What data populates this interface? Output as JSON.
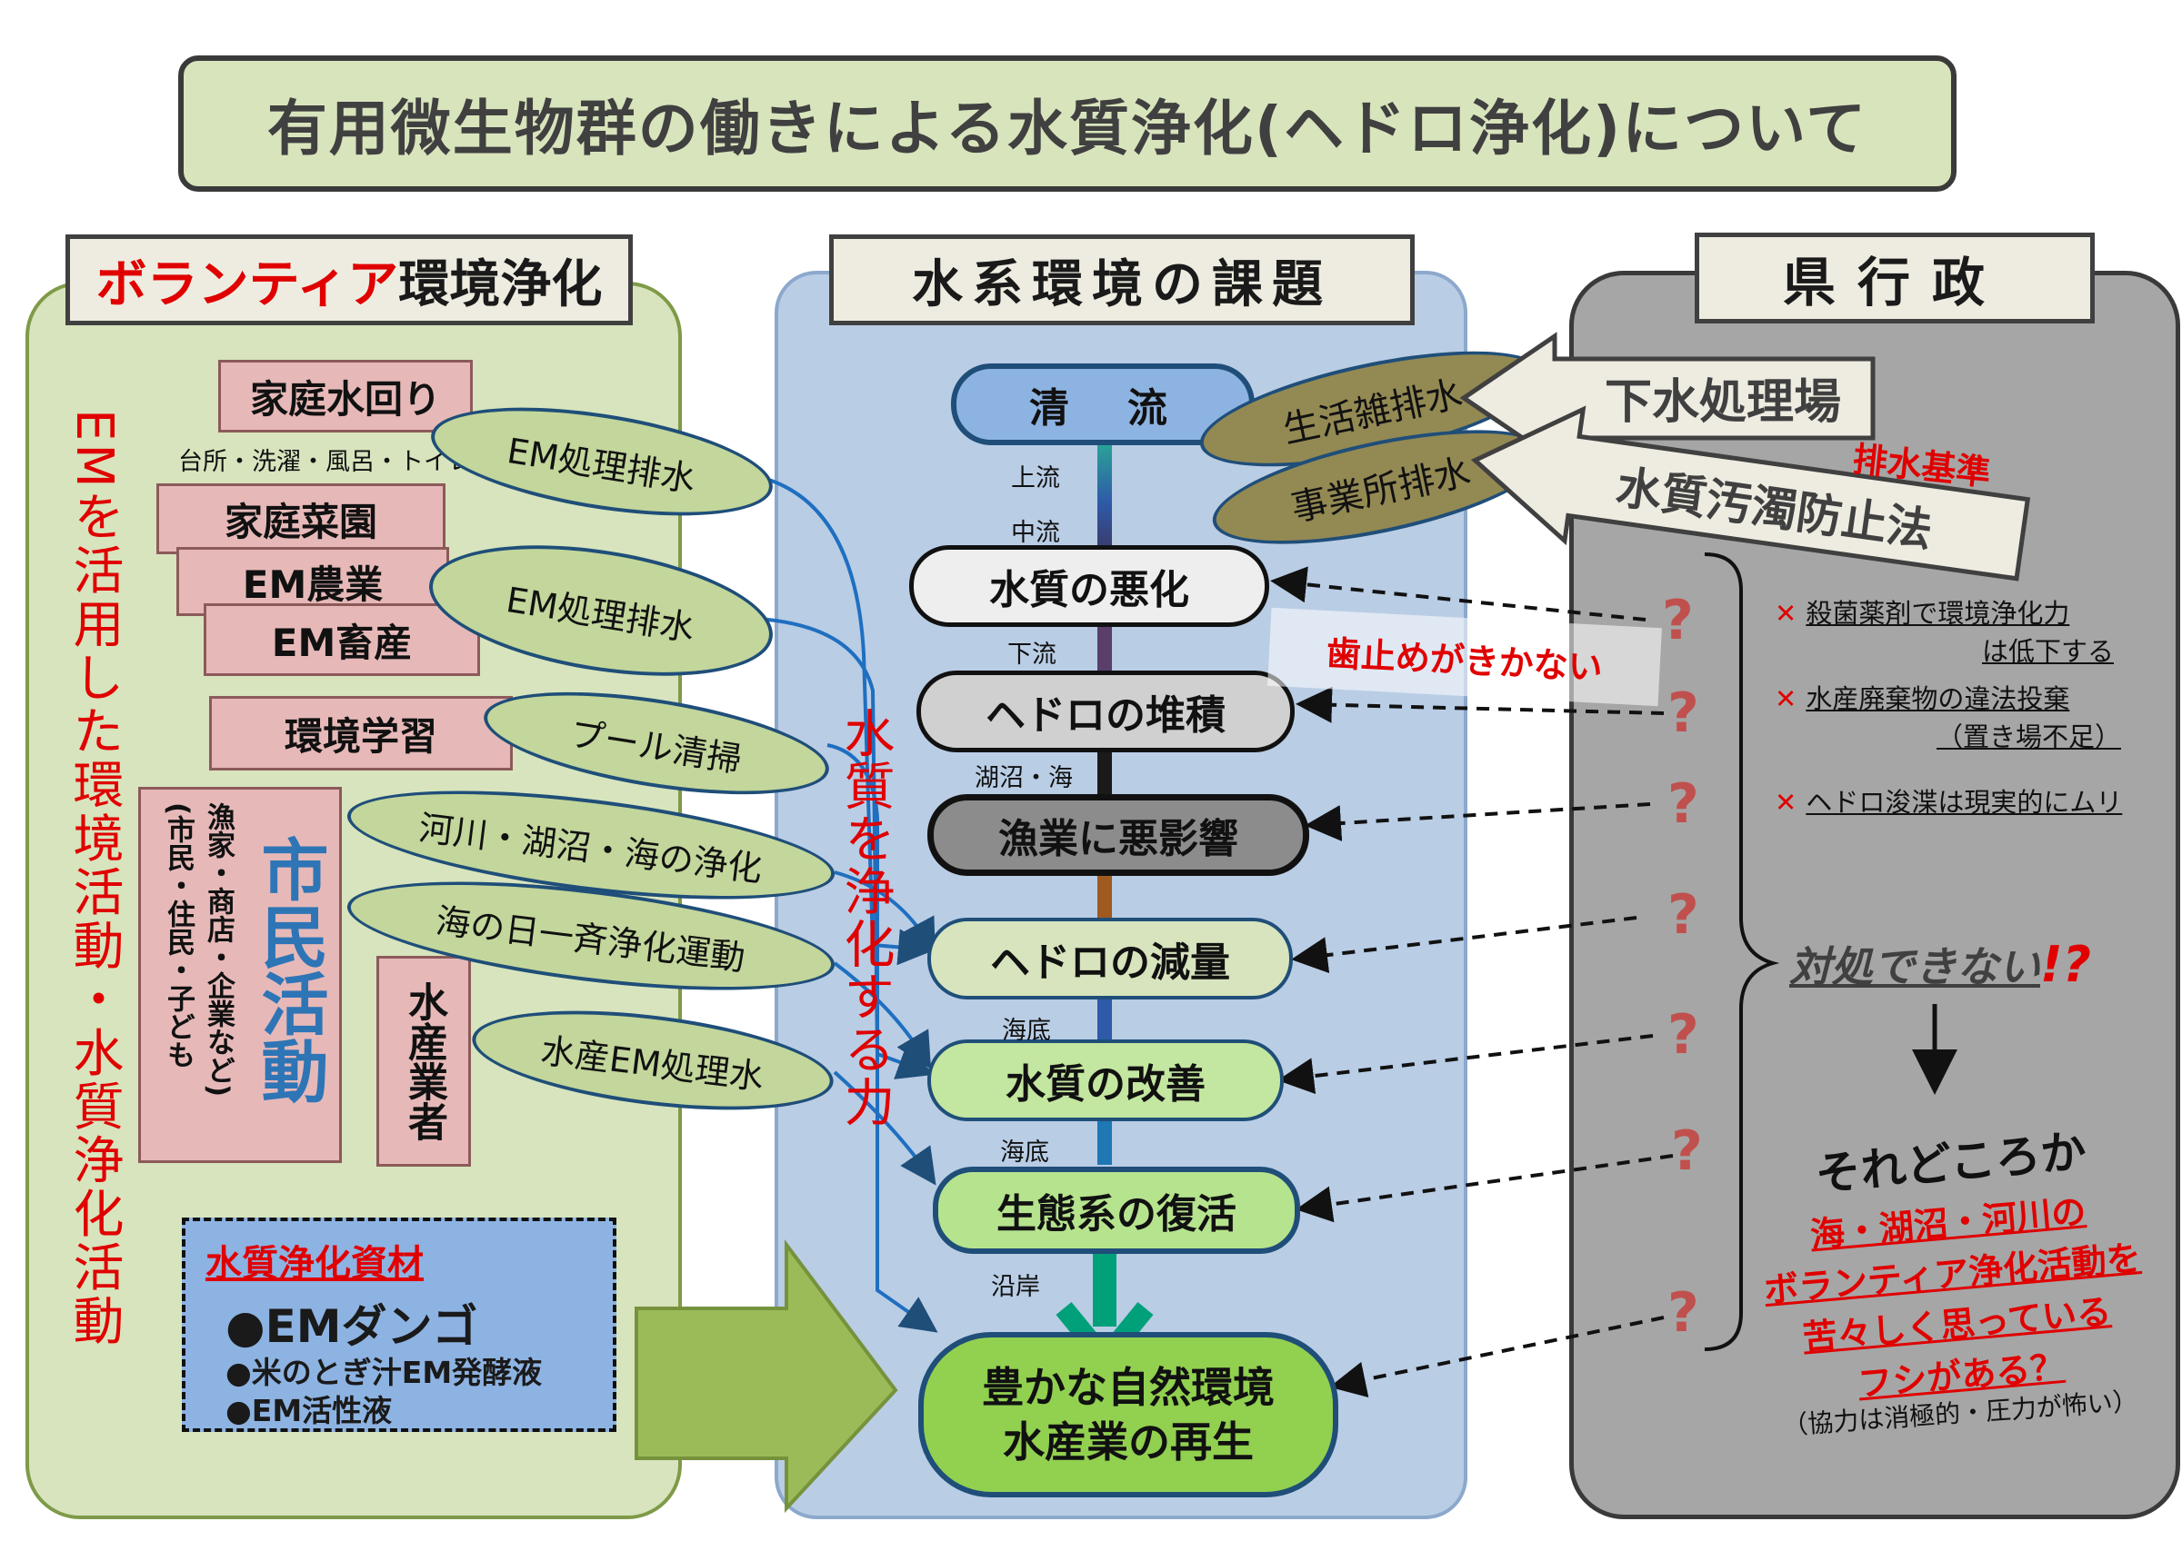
{
  "title": "有用微生物群の働きによる水質浄化(ヘドロ浄化)について",
  "left": {
    "header_red": "ボランティア",
    "header_rest": "環境浄化",
    "vertical_red": "EMを活用した環境活動・水質浄化活動",
    "home_water": "家庭水回り",
    "home_water_sub": "台所・洗濯・風呂・トイレ",
    "garden": "家庭菜園",
    "em_farming": "EM農業",
    "em_livestock": "EM畜産",
    "env_learning": "環境学習",
    "citizens_title": "市民活動",
    "citizens_sub1": "(市民・住民・子ども",
    "citizens_sub2": "漁家・商店・企業など)",
    "fishery": "水産業者",
    "ovals": [
      "EM処理排水",
      "EM処理排水",
      "プール清掃",
      "河川・湖沼・海の浄化",
      "海の日一斉浄化運動",
      "水産EM処理水"
    ],
    "materials_title": "水質浄化資材",
    "materials": [
      "●EMダンゴ",
      "●米のとぎ汁EM発酵液",
      "●EM活性液"
    ]
  },
  "middle": {
    "header": "水系環境の課題",
    "vertical_label": "水質を浄化する力",
    "nodes": [
      "清　流",
      "水質の悪化",
      "ヘドロの堆積",
      "漁業に悪影響",
      "ヘドロの減量",
      "水質の改善",
      "生態系の復活"
    ],
    "final_node": [
      "豊かな自然環境",
      "水産業の再生"
    ],
    "labels": [
      "上流",
      "中流",
      "下流",
      "湖沼・海",
      "海底",
      "海底",
      "沿岸"
    ],
    "brake": "歯止めがきかない"
  },
  "right": {
    "header": "県行政",
    "sewage_plant": "下水処理場",
    "pollution_law": "水質汚濁防止法",
    "drain_standard": "排水基準",
    "domestic_wastewater": "生活雑排水",
    "office_wastewater": "事業所排水",
    "issues": [
      [
        "殺菌薬剤で環境浄化力",
        "は低下する"
      ],
      [
        "水産廃棄物の違法投棄",
        "（置き場不足）"
      ],
      [
        "ヘドロ浚渫は現実的にムリ",
        ""
      ]
    ],
    "cannot": "対処できない",
    "cannot_mark": "!?",
    "rather": "それどころか",
    "rather_red": [
      "海・湖沼・河川の",
      "ボランティア浄化活動を",
      "苦々しく思っている",
      "フシがある？"
    ],
    "footnote": "（協力は消極的・圧力が怖い）",
    "question_mark": "?"
  },
  "colors": {
    "red": "#e00000",
    "left_panel": "#d7e4bd",
    "mid_panel": "#b9cde5",
    "right_panel": "#a6a6a6",
    "oval": "#c3d69b",
    "pink": "#e6b9b8",
    "citizen_blue": "#2e75b6",
    "materials_blue": "#8db3e2"
  }
}
